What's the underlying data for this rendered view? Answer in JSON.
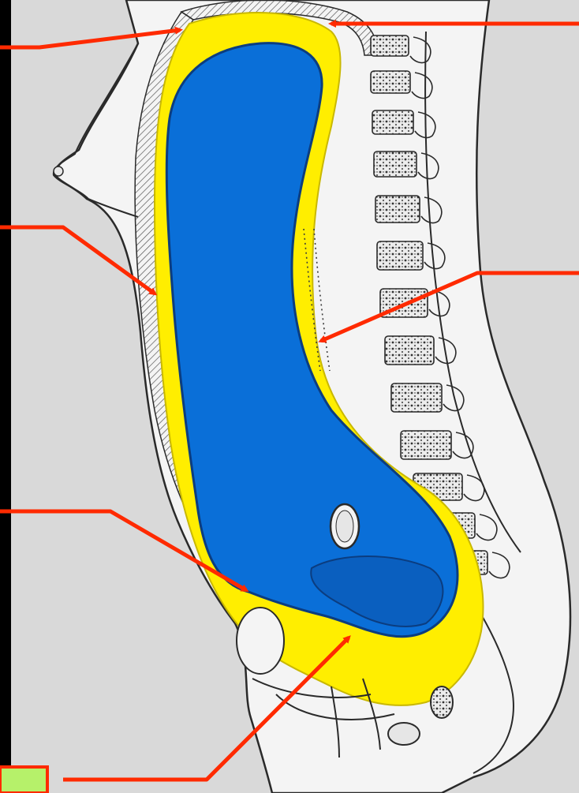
{
  "figure": {
    "colors": {
      "background": "#000000",
      "panel": "#d9d9d9",
      "body_outline": "#2a2a2a",
      "body_fill": "#f4f4f4",
      "peritoneal_cavity": "#ffee00",
      "peritoneal_cavity_stroke": "#c9b800",
      "lesser_sac": "#0a6fd8",
      "lesser_sac_stroke": "#0b3d80",
      "arrow": "#ff2a00",
      "label_box_fill": "#b6f16a",
      "label_box_border": "#ff2a00"
    },
    "arrows": [
      {
        "id": "top-left"
      },
      {
        "id": "top-right"
      },
      {
        "id": "mid-left"
      },
      {
        "id": "mid-right"
      },
      {
        "id": "lower-left"
      },
      {
        "id": "bottom"
      }
    ],
    "answer_box": {
      "text": ""
    }
  }
}
